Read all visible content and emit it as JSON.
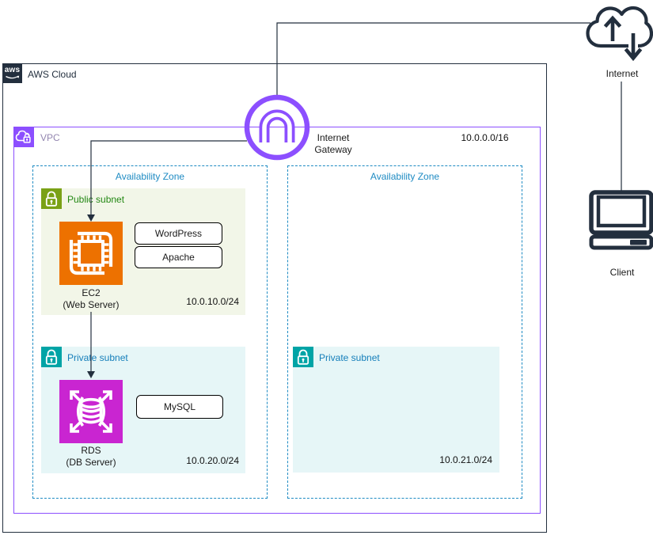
{
  "colors": {
    "dark_navy": "#232F3E",
    "vpc_purple": "#8C4FFF",
    "ec2_orange": "#ED7100",
    "rds_magenta": "#C925D1",
    "public_subnet_green": "#7AA116",
    "public_subnet_text_green": "#248814",
    "private_subnet_teal": "#00A4A6",
    "availability_zone_blue": "#1E8BC3",
    "private_subnet_text_blue": "#147EBA",
    "public_subnet_bg": "#F2F6E8",
    "private_subnet_bg": "#E6F6F7"
  },
  "aws_cloud": {
    "logo_text": "aws",
    "label": "AWS Cloud"
  },
  "vpc": {
    "label": "VPC",
    "cidr": "10.0.0.0/16"
  },
  "internet_gateway": {
    "label": "Internet\nGateway"
  },
  "zones": [
    {
      "label": "Availability Zone"
    },
    {
      "label": "Availability Zone"
    }
  ],
  "subnets": {
    "public": {
      "label": "Public subnet",
      "cidr": "10.0.10.0/24"
    },
    "private_a": {
      "label": "Private subnet",
      "cidr": "10.0.20.0/24"
    },
    "private_b": {
      "label": "Private subnet",
      "cidr": "10.0.21.0/24"
    }
  },
  "nodes": {
    "ec2": {
      "label": "EC2\n(Web Server)"
    },
    "rds": {
      "label": "RDS\n(DB Server)"
    },
    "wordpress": {
      "label": "WordPress"
    },
    "apache": {
      "label": "Apache"
    },
    "mysql": {
      "label": "MySQL"
    }
  },
  "external": {
    "internet": {
      "label": "Internet"
    },
    "client": {
      "label": "Client"
    }
  }
}
